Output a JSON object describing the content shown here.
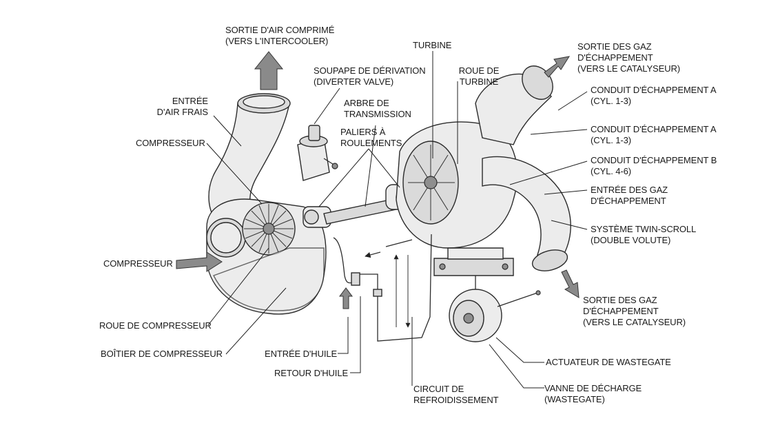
{
  "labels": {
    "air_outlet": [
      "SORTIE D'AIR COMPRIMÉ",
      "(VERS L'INTERCOOLER)"
    ],
    "fresh_air_inlet": [
      "ENTRÉE",
      "D'AIR FRAIS"
    ],
    "compressor_top": "COMPRESSEUR",
    "compressor_left": "COMPRESSEUR",
    "compressor_wheel": "ROUE DE COMPRESSEUR",
    "compressor_housing": "BOÎTIER DE COMPRESSEUR",
    "diverter_valve": [
      "SOUPAPE DE DÉRIVATION",
      "(DIVERTER VALVE)"
    ],
    "drive_shaft": [
      "ARBRE DE",
      "TRANSMISSION"
    ],
    "bearings": [
      "PALIERS À",
      "ROULEMENTS"
    ],
    "turbine": "TURBINE",
    "turbine_wheel": [
      "ROUE DE",
      "TURBINE"
    ],
    "oil_inlet": "ENTRÉE D'HUILE",
    "oil_return": "RETOUR D'HUILE",
    "cooling_circuit": [
      "CIRCUIT DE",
      "REFROIDISSEMENT"
    ],
    "exhaust_outlet_top": [
      "SORTIE DES GAZ",
      "D'ÉCHAPPEMENT",
      "(VERS LE CATALYSEUR)"
    ],
    "exhaust_duct_a1": [
      "CONDUIT D'ÉCHAPPEMENT A",
      "(CYL. 1-3)"
    ],
    "exhaust_duct_a2": [
      "CONDUIT D'ÉCHAPPEMENT A",
      "(CYL. 1-3)"
    ],
    "exhaust_duct_b": [
      "CONDUIT D'ÉCHAPPEMENT B",
      "(CYL. 4-6)"
    ],
    "exhaust_inlet": [
      "ENTRÉE DES GAZ",
      "D'ÉCHAPPEMENT"
    ],
    "twin_scroll": [
      "SYSTÈME TWIN-SCROLL",
      "(DOUBLE VOLUTE)"
    ],
    "exhaust_outlet_bottom": [
      "SORTIE DES GAZ",
      "D'ÉCHAPPEMENT",
      "(VERS LE CATALYSEUR)"
    ],
    "wastegate_actuator": "ACTUATEUR DE WASTEGATE",
    "wastegate_valve": [
      "VANNE DE DÉCHARGE",
      "(WASTEGATE)"
    ]
  },
  "icons": {
    "compressor": "compressor-housing-icon",
    "turbine": "turbine-housing-icon",
    "shaft": "drive-shaft-icon",
    "wastegate": "wastegate-actuator-icon",
    "flow_arrow": "flow-arrow-icon"
  }
}
